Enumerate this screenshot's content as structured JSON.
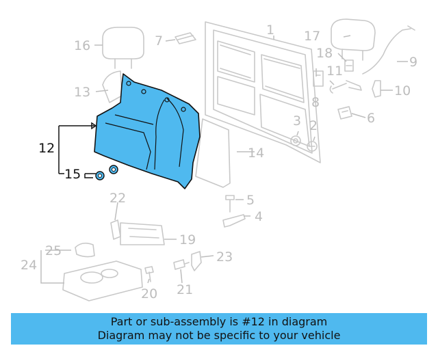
{
  "callouts": {
    "c1": "1",
    "c2": "2",
    "c3": "3",
    "c4": "4",
    "c5": "5",
    "c6": "6",
    "c7": "7",
    "c8": "8",
    "c9": "9",
    "c10": "10",
    "c11": "11",
    "c12": "12",
    "c13": "13",
    "c14": "14",
    "c15": "15",
    "c16": "16",
    "c17": "17",
    "c18": "18",
    "c19": "19",
    "c20": "20",
    "c21": "21",
    "c22": "22",
    "c23": "23",
    "c24": "24",
    "c25": "25"
  },
  "highlight": {
    "part": "12",
    "color": "#4fb9ef"
  },
  "banner": {
    "line1": "Part or sub-assembly is #12 in diagram",
    "line2": "Diagram may not be specific to your vehicle"
  }
}
